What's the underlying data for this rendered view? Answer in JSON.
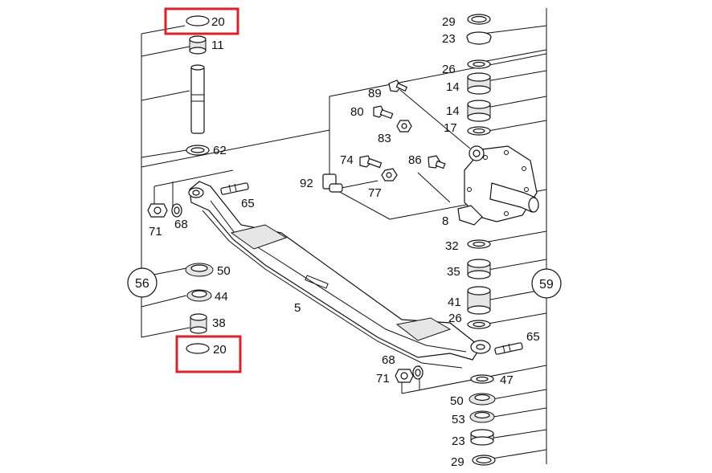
{
  "highlight_color": "#d9222a",
  "labels": {
    "p20_top": "20",
    "p11": "11",
    "p62": "62",
    "p65_left": "65",
    "p71_left": "71",
    "p68_left": "68",
    "p56": "56",
    "p50_left": "50",
    "p44": "44",
    "p38": "38",
    "p20_bottom": "20",
    "p5": "5",
    "p92": "92",
    "p77": "77",
    "p74": "74",
    "p86": "86",
    "p80": "80",
    "p83": "83",
    "p89": "89",
    "p29_top": "29",
    "p23_top": "23",
    "p26_top": "26",
    "p14_a": "14",
    "p14_b": "14",
    "p17": "17",
    "p8": "8",
    "p32": "32",
    "p35": "35",
    "p41": "41",
    "p59": "59",
    "p26_mid": "26",
    "p65_right": "65",
    "p68_right": "68",
    "p71_right": "71",
    "p47": "47",
    "p50_right": "50",
    "p53": "53",
    "p23_bottom": "23",
    "p29_bottom": "29"
  }
}
